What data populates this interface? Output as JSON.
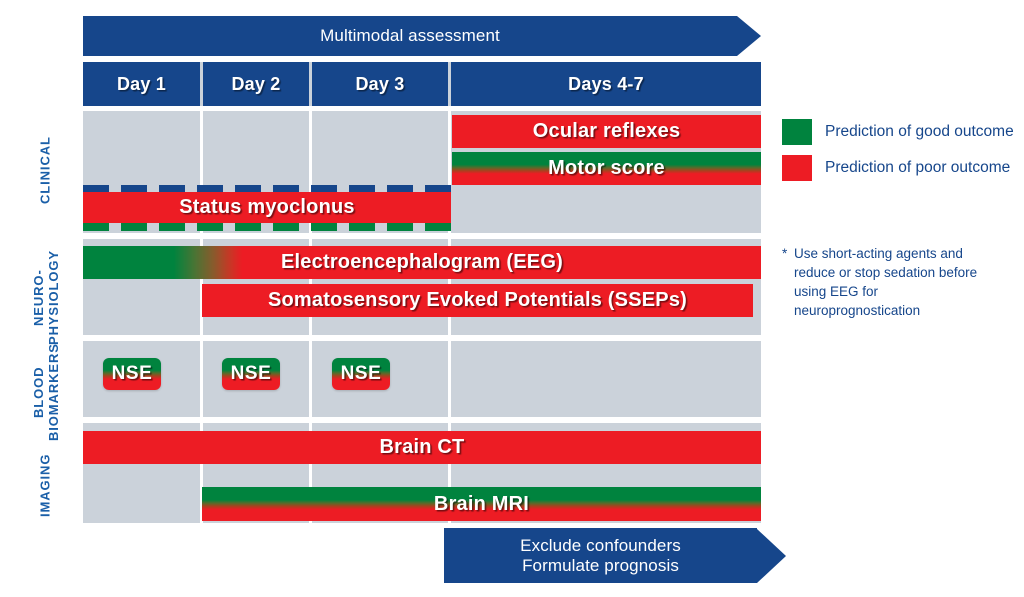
{
  "top_arrow": {
    "label": "Multimodal assessment"
  },
  "bottom_arrow": {
    "line1": "Exclude confounders",
    "line2": "Formulate prognosis"
  },
  "columns": [
    {
      "label": "Day 1"
    },
    {
      "label": "Day 2"
    },
    {
      "label": "Day 3"
    },
    {
      "label": "Days 4-7"
    }
  ],
  "sections": [
    {
      "label": "CLINICAL"
    },
    {
      "label": "NEURO-\nPHYSIOLOGY"
    },
    {
      "label": "BLOOD\nBIOMARKERS"
    },
    {
      "label": "IMAGING"
    }
  ],
  "bars": [
    {
      "label": "Ocular reflexes",
      "section": "CLINICAL",
      "span": "Days 4-7",
      "fill": "poor"
    },
    {
      "label": "Motor score",
      "section": "CLINICAL",
      "span": "Days 4-7",
      "fill": "good-to-poor"
    },
    {
      "label": "Status myoclonus",
      "section": "CLINICAL",
      "span": "Day 1 - Day 3",
      "fill": "poor"
    },
    {
      "label": "Electroencephalogram (EEG)",
      "section": "NEURO-PHYSIOLOGY",
      "span": "Day 1 - Days 4-7",
      "fill": "good-to-poor"
    },
    {
      "label": "Somatosensory Evoked Potentials (SSEPs)",
      "section": "NEURO-PHYSIOLOGY",
      "span": "Day 2 - Days 4-7",
      "fill": "poor"
    },
    {
      "label": "Brain CT",
      "section": "IMAGING",
      "span": "Day 1 - Days 4-7",
      "fill": "poor"
    },
    {
      "label": "Brain MRI",
      "section": "IMAGING",
      "span": "Day 2 - Days 4-7",
      "fill": "good-to-poor"
    }
  ],
  "markers": [
    {
      "label": "NSE",
      "section": "BLOOD BIOMARKERS",
      "column": "Day 1",
      "fill": "good-to-poor"
    },
    {
      "label": "NSE",
      "section": "BLOOD BIOMARKERS",
      "column": "Day 2",
      "fill": "good-to-poor"
    },
    {
      "label": "NSE",
      "section": "BLOOD BIOMARKERS",
      "column": "Day 3",
      "fill": "good-to-poor"
    }
  ],
  "dashed_lines": [
    {
      "name": "ocular-reflexes-lead-in",
      "color": "#16468b",
      "span": "Day 1 - Day 3"
    },
    {
      "name": "motor-score-lead-in",
      "color": "#00833e",
      "span": "Day 1 - Day 3"
    }
  ],
  "legend": {
    "items": [
      {
        "label": "Prediction of good outcome",
        "color": "#00833e"
      },
      {
        "label": "Prediction of poor outcome",
        "color": "#ed1c24"
      }
    ]
  },
  "footnote": {
    "marker": "*",
    "text": "Use short-acting agents and reduce or stop sedation before using EEG for neuroprognostication"
  },
  "colors": {
    "navy": "#16468b",
    "good": "#00833e",
    "poor": "#ed1c24",
    "grid": "#cbd2da",
    "label_blue": "#1a5fa8"
  }
}
